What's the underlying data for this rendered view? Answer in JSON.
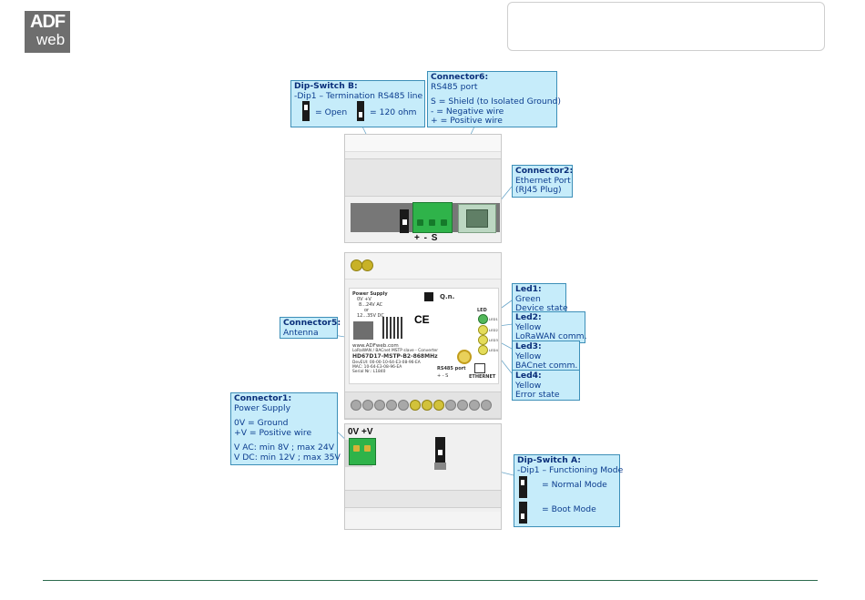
{
  "logo": {
    "line1": "ADF",
    "line2": "web"
  },
  "device": {
    "terminal_marking": "+ - S",
    "label_power_supply": "Power Supply",
    "label_power_terms": "0V   +V",
    "label_power_spec1": "8...24V AC",
    "label_power_spec2": "or",
    "label_power_spec3": "12...35V DC",
    "qn": "Q.n.",
    "url": "www.ADFweb.com",
    "desc": "LoRaWAN / BACnet MSTP slave - Converter",
    "model": "HD67D17-MSTP-B2-868MHz",
    "deveui": "DevEUI: 00-00-10-64-E3-08-96-EA",
    "mac": "MAC: 10-64-E3-08-96-EA",
    "serial": "Serial Nr.: L1840",
    "rs485": "RS485 port",
    "rs485_terms": "+     -      S",
    "ethernet": "ETHERNET",
    "led_header": "LED",
    "leds": [
      "LED1",
      "LED2",
      "LED3",
      "LED4"
    ],
    "power_terms": "0V +V"
  },
  "callouts": {
    "dipB": {
      "title": "Dip-Switch B:",
      "line1": "-Dip1 – Termination RS485 line",
      "open": "= Open",
      "ohm": "= 120 ohm"
    },
    "conn6": {
      "title": "Connector6:",
      "line1": "RS485 port",
      "line2": "S = Shield (to Isolated Ground)",
      "line3": "- = Negative wire",
      "line4": "+ = Positive wire"
    },
    "conn2": {
      "title": "Connector2:",
      "line1": "Ethernet Port",
      "line2": "(RJ45 Plug)"
    },
    "led1": {
      "title": "Led1:",
      "line1": "Green",
      "line2": "Device state"
    },
    "led2": {
      "title": "Led2:",
      "line1": "Yellow",
      "line2": "LoRaWAN comm."
    },
    "led3": {
      "title": "Led3:",
      "line1": "Yellow",
      "line2": "BACnet comm."
    },
    "led4": {
      "title": "Led4:",
      "line1": "Yellow",
      "line2": "Error state"
    },
    "conn5": {
      "title": "Connector5:",
      "line1": "Antenna"
    },
    "conn1": {
      "title": "Connector1:",
      "line1": "Power Supply",
      "line2": "0V = Ground",
      "line3": "+V = Positive wire",
      "line4": "V AC: min 8V ; max 24V",
      "line5": "V DC: min 12V ; max 35V"
    },
    "dipA": {
      "title": "Dip-Switch A:",
      "line1": "-Dip1 – Functioning Mode",
      "normal": "= Normal Mode",
      "boot": "= Boot Mode"
    }
  },
  "colors": {
    "callout_bg": "#c6ecfa",
    "callout_border": "#3d8fb8",
    "terminal_green": "#2fb34a",
    "led_yellow": "#e4dc5a"
  }
}
